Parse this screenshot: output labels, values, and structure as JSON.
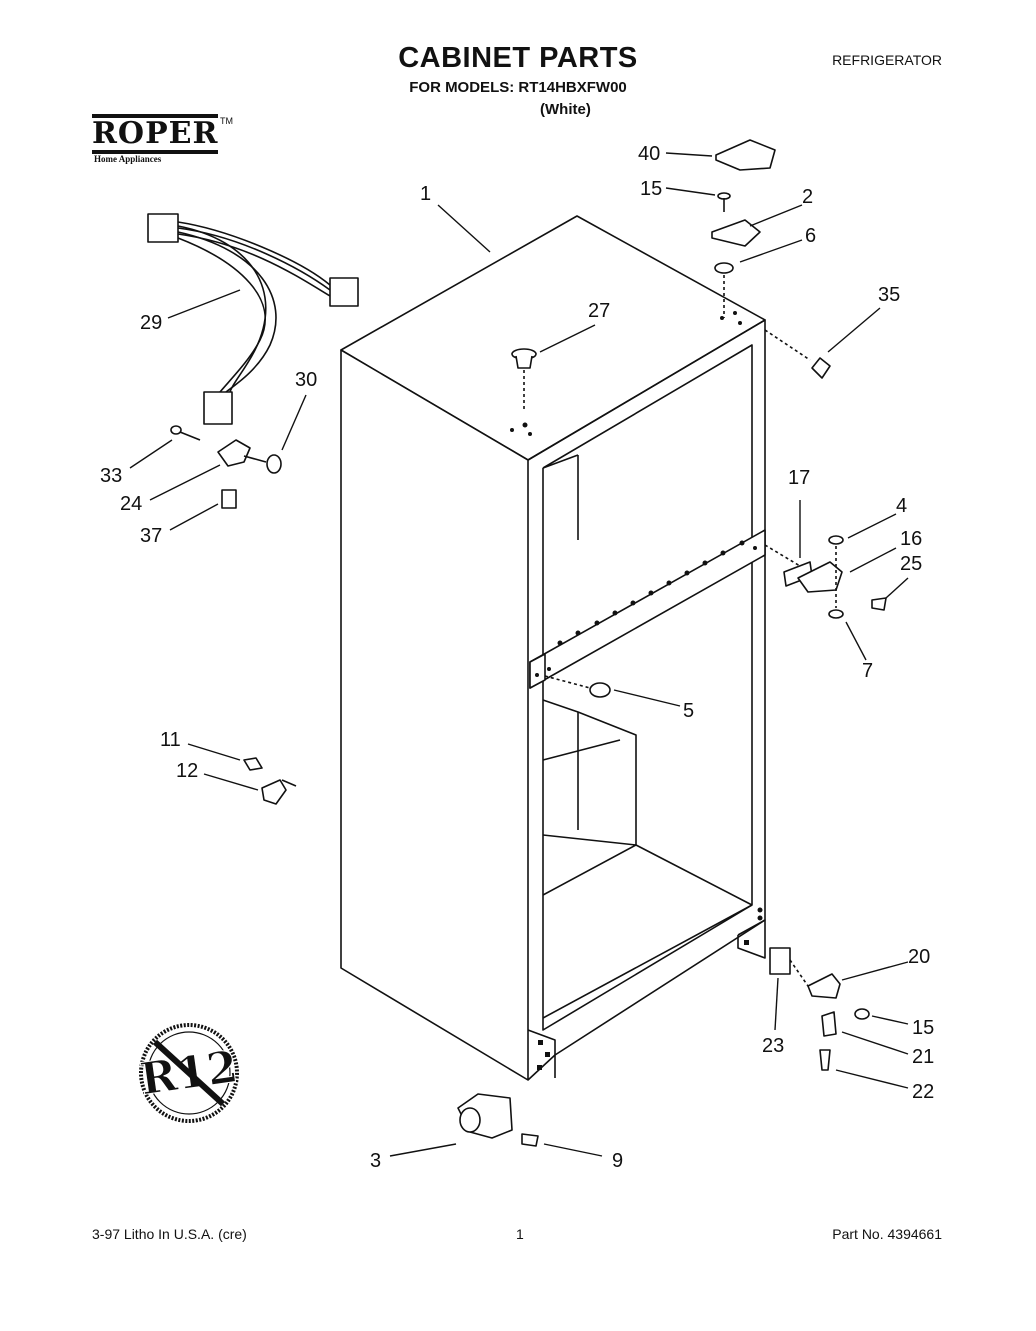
{
  "header": {
    "title": "CABINET PARTS",
    "models_line": "FOR MODELS: RT14HBXFW00",
    "color_line": "(White)",
    "category": "REFRIGERATOR"
  },
  "logo": {
    "brand": "ROPER",
    "trademark": "TM",
    "tagline": "Home Appliances"
  },
  "badge": {
    "text": "R12"
  },
  "callouts": [
    "1",
    "2",
    "3",
    "4",
    "5",
    "6",
    "7",
    "9",
    "11",
    "12",
    "15",
    "15",
    "16",
    "17",
    "20",
    "21",
    "22",
    "23",
    "24",
    "25",
    "27",
    "29",
    "30",
    "33",
    "35",
    "37",
    "40"
  ],
  "footer": {
    "left": "3-97 Litho In U.S.A. (cre)",
    "center": "1",
    "right": "Part No. 4394661"
  }
}
